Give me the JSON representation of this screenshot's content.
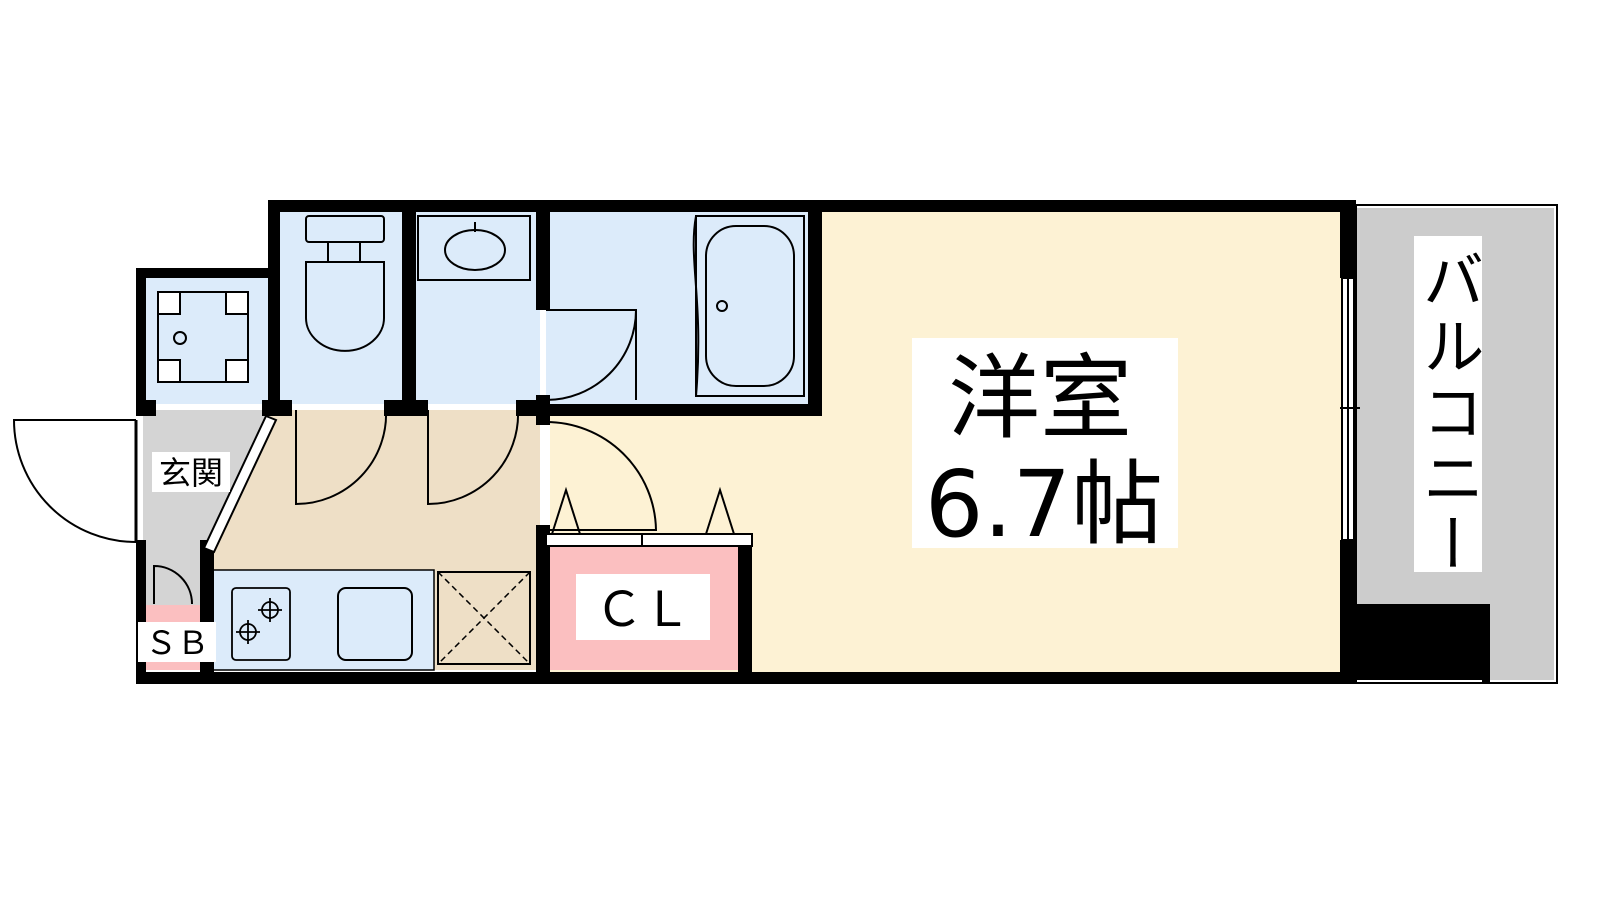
{
  "rooms": {
    "western_room": {
      "name": "洋室",
      "size": "6.7帖"
    },
    "balcony": {
      "name": "バルコニー"
    },
    "entrance": {
      "name": "玄関"
    },
    "closet": {
      "name": "ＣＬ"
    },
    "shoe_box": {
      "name": "ＳＢ"
    }
  },
  "colors": {
    "western_room_fill": "#fdf2d4",
    "wet_area_fill": "#dcebfa",
    "kitchen_floor_fill": "#eedfc6",
    "entrance_fill": "#d4d4d4",
    "balcony_fill": "#cccccc",
    "closet_fill": "#fbbfc0",
    "wall": "#000000"
  },
  "icons": [
    "washing-machine-icon",
    "toilet-icon",
    "washbasin-icon",
    "bathtub-icon",
    "stove-icon",
    "sink-icon",
    "refrigerator-space-icon"
  ]
}
